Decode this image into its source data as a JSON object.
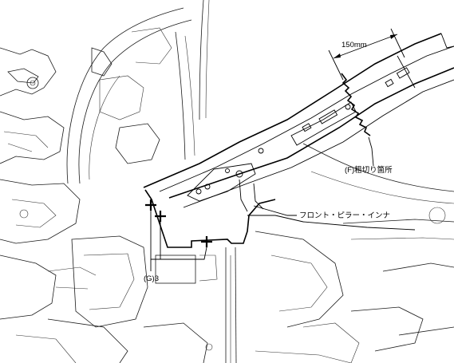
{
  "labels": {
    "dimension": "150mm",
    "rough_cut": "(F)粗切り箇所",
    "part_name": "フロント・ピラー・インナ",
    "weld_callout": "(G)3"
  },
  "icons": {
    "weld_mark": "cross-weld-mark"
  }
}
